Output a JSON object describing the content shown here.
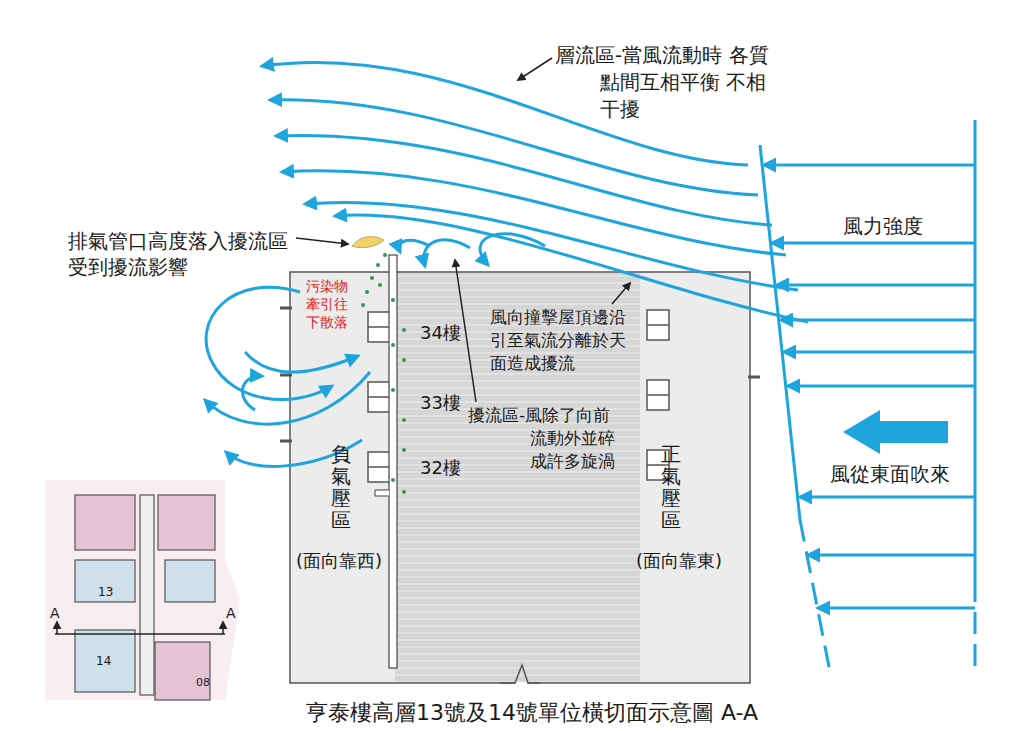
{
  "diagram": {
    "caption": "亨泰樓高層13號及14號單位橫切面示意圖 A-A",
    "labels": [
      "層流區-當風流動時 各質點間互相平衡 不相干擾",
      "風力強度",
      "風從東面吹來",
      "排氣管口高度落入擾流區 受到擾流影響",
      "污染物 牽引往 下散落",
      "風向撞擊屋頂邊沿 引至氣流分離於天 面造成擾流",
      "擾流區-風除了向前 流動外並碎 成許多旋渦",
      "34樓",
      "33樓",
      "32樓",
      "負氣壓區",
      "(面向靠西)",
      "正氣壓區",
      "(面向靠東)",
      "13",
      "14",
      "A",
      "A",
      "08"
    ]
  }
}
